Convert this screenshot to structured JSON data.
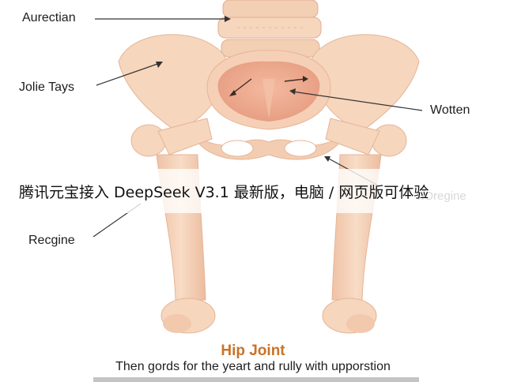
{
  "labels": {
    "aurectian": "Aurectian",
    "jolie_tays": "Jolie Tays",
    "wotten": "Wotten",
    "recgine": "Recgine"
  },
  "watermark": "nOregine",
  "banner": "腾讯元宝接入 DeepSeek V3.1 最新版，电脑 / 网页版可体验",
  "title": "Hip Joint",
  "caption": "Then gords for the yeart and rully with upporstion",
  "colors": {
    "bone": "#f6d6bd",
    "bone_shadow": "#e9b393",
    "pelvis_inner": "#eda98e",
    "title_orange": "#c8732a"
  }
}
